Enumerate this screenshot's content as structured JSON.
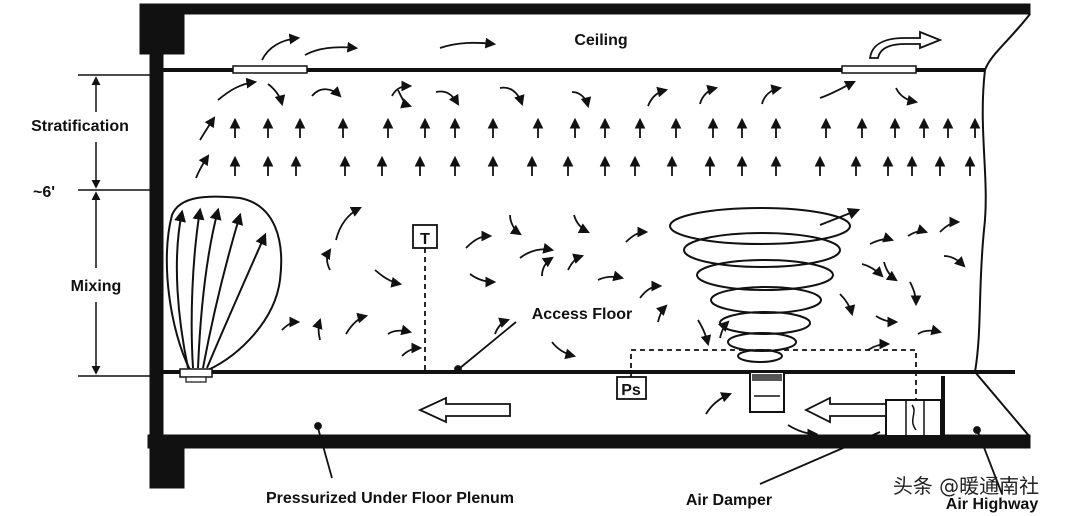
{
  "labels": {
    "ceiling": "Ceiling",
    "stratification": "Stratification",
    "height": "~6'",
    "mixing": "Mixing",
    "access_floor": "Access Floor",
    "plenum": "Pressurized Under Floor Plenum",
    "air_damper": "Air Damper",
    "air_highway": "Air Highway",
    "thermostat": "T",
    "pressure_sensor": "Ps"
  },
  "watermark": {
    "text": "头条 @暖通南社"
  }
}
